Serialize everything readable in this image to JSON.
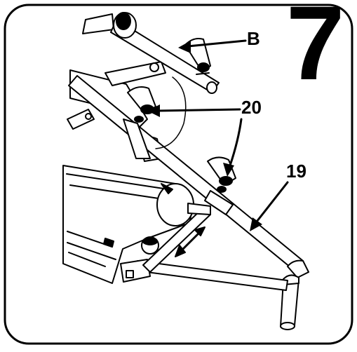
{
  "panel": {
    "step_number": "7",
    "callouts": {
      "b": "B",
      "twenty": "20",
      "nineteen": "19"
    }
  },
  "colors": {
    "line": "#000000",
    "background": "#ffffff"
  }
}
